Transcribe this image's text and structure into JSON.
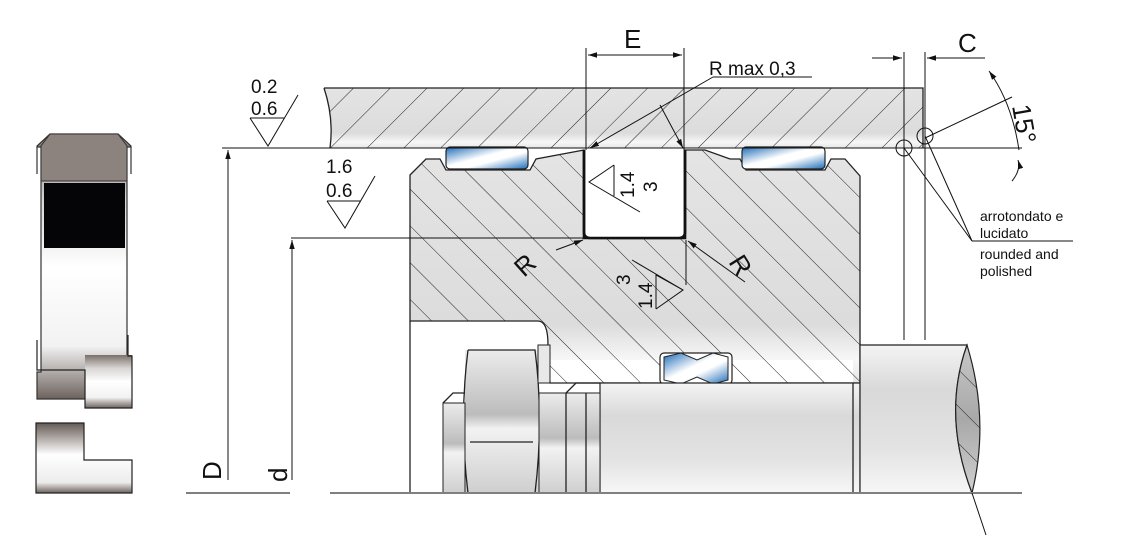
{
  "drawing": {
    "title": "Rod seal groove installation drawing",
    "colors": {
      "steel": "#e1e1e1",
      "seal_blue": "#1c6bb8",
      "seal_profile_dark": "#6f6560",
      "seal_black": "#050508"
    },
    "dimensions": {
      "groove_width": "E",
      "chamfer_length": "C",
      "chamfer_angle": "15°",
      "bore_diameter": "D",
      "rod_diameter": "d",
      "radius_left": "R",
      "radius_right": "R",
      "radius_max": "R max 0,3"
    },
    "surface_finish": {
      "bore": {
        "ra": "0.2",
        "rz": "0.6"
      },
      "groove_bottom": {
        "ra": "1.6",
        "rz": "0.6"
      },
      "groove_flank_upper": {
        "ra": "1.4",
        "rz": "3"
      },
      "groove_flank_lower": {
        "ra": "1.4",
        "rz": "3"
      }
    },
    "notes": {
      "edge_note_it_line1": "arrotondato e",
      "edge_note_it_line2": "lucidato",
      "edge_note_en_line1": "rounded and",
      "edge_note_en_line2": "polished"
    }
  }
}
